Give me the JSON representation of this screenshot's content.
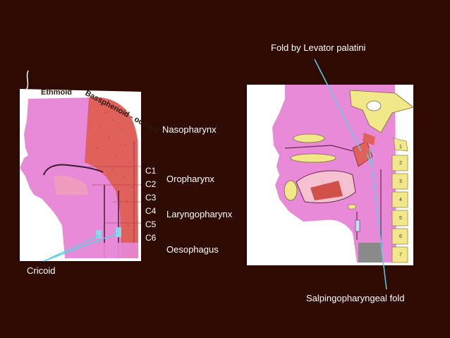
{
  "left_figure": {
    "bone_labels": {
      "ethmoid": "Ethmoid",
      "basisphenoid": "Bassphenoid - occiput"
    },
    "vertebrae": [
      "C1",
      "C2",
      "C3",
      "C4",
      "C5",
      "C6"
    ]
  },
  "right_figure": {
    "vertebra_numbers": [
      "1",
      "2",
      "3",
      "4",
      "5",
      "6",
      "7"
    ]
  },
  "labels": {
    "nasopharynx": "Nasopharynx",
    "oropharynx": "Oropharynx",
    "laryngopharynx": "Laryngopharynx",
    "oesophagus": "Oesophagus",
    "cricoid": "Cricoid",
    "fold_levator": "Fold by Levator palatini",
    "salpingopharyngeal": "Salpingopharyngeal fold"
  },
  "colors": {
    "background": "#2e0a02",
    "tissue_pink": "#e88ad8",
    "pharynx_red": "#e0605a",
    "bone_yellow": "#f2e88a",
    "pointer_cyan": "#5ad0e6"
  }
}
